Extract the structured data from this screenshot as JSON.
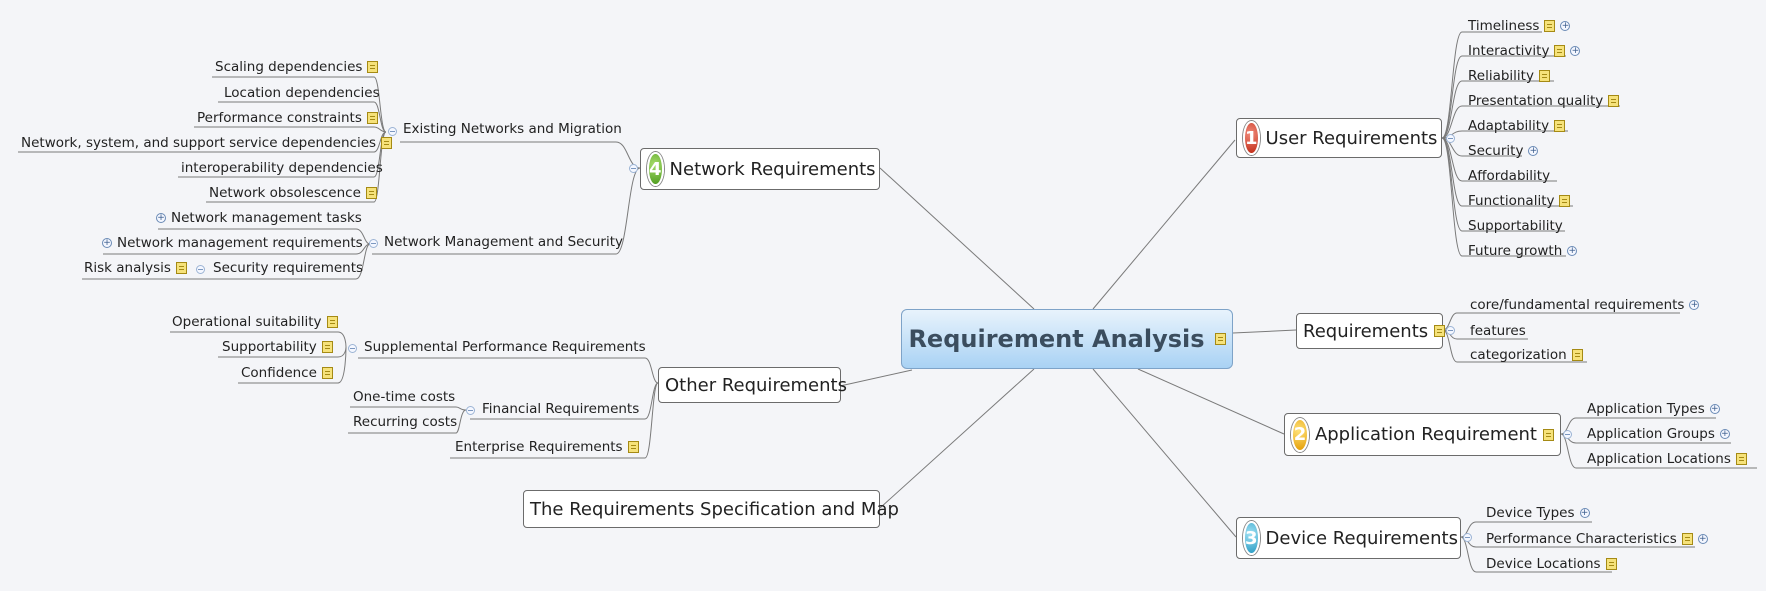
{
  "central": {
    "label": "Requirement Analysis"
  },
  "user_requirements": {
    "label": "User Requirements",
    "badge": "1",
    "items": [
      "Timeliness",
      "Interactivity",
      "Reliability",
      "Presentation quality",
      "Adaptability",
      "Security",
      "Affordability",
      "Functionality",
      "Supportability",
      "Future growth"
    ]
  },
  "requirements": {
    "label": "Requirements",
    "items": [
      "core/fundamental requirements",
      "features",
      "categorization"
    ]
  },
  "application_requirement": {
    "label": "Application Requirement",
    "badge": "2",
    "items": [
      "Application Types",
      "Application Groups",
      "Application Locations"
    ]
  },
  "device_requirements": {
    "label": "Device Requirements",
    "badge": "3",
    "items": [
      "Device Types",
      "Performance Characteristics",
      "Device Locations"
    ]
  },
  "network_requirements": {
    "label": "Network Requirements",
    "badge": "4",
    "existing": {
      "label": "Existing Networks and Migration",
      "items": [
        "Scaling dependencies",
        "Location dependencies",
        "Performance constraints",
        "Network, system, and support service dependencies",
        "interoperability dependencies",
        "Network obsolescence"
      ]
    },
    "management": {
      "label": "Network Management and Security",
      "items": [
        "Network management tasks",
        "Network management requirements",
        "Security requirements"
      ],
      "risk": "Risk analysis"
    }
  },
  "other_requirements": {
    "label": "Other Requirements",
    "supplemental": {
      "label": "Supplemental Performance Requirements",
      "items": [
        "Operational suitability",
        "Supportability",
        "Confidence"
      ]
    },
    "financial": {
      "label": "Financial Requirements",
      "items": [
        "One-time costs",
        "Recurring costs"
      ]
    },
    "enterprise": "Enterprise Requirements"
  },
  "spec_map": {
    "label": "The Requirements Specification and Map"
  },
  "colors": {
    "line": "#7a7a7a",
    "central_top": "#e8f3fc",
    "central_bottom": "#a9d2f4",
    "note": "#f6e27a"
  }
}
